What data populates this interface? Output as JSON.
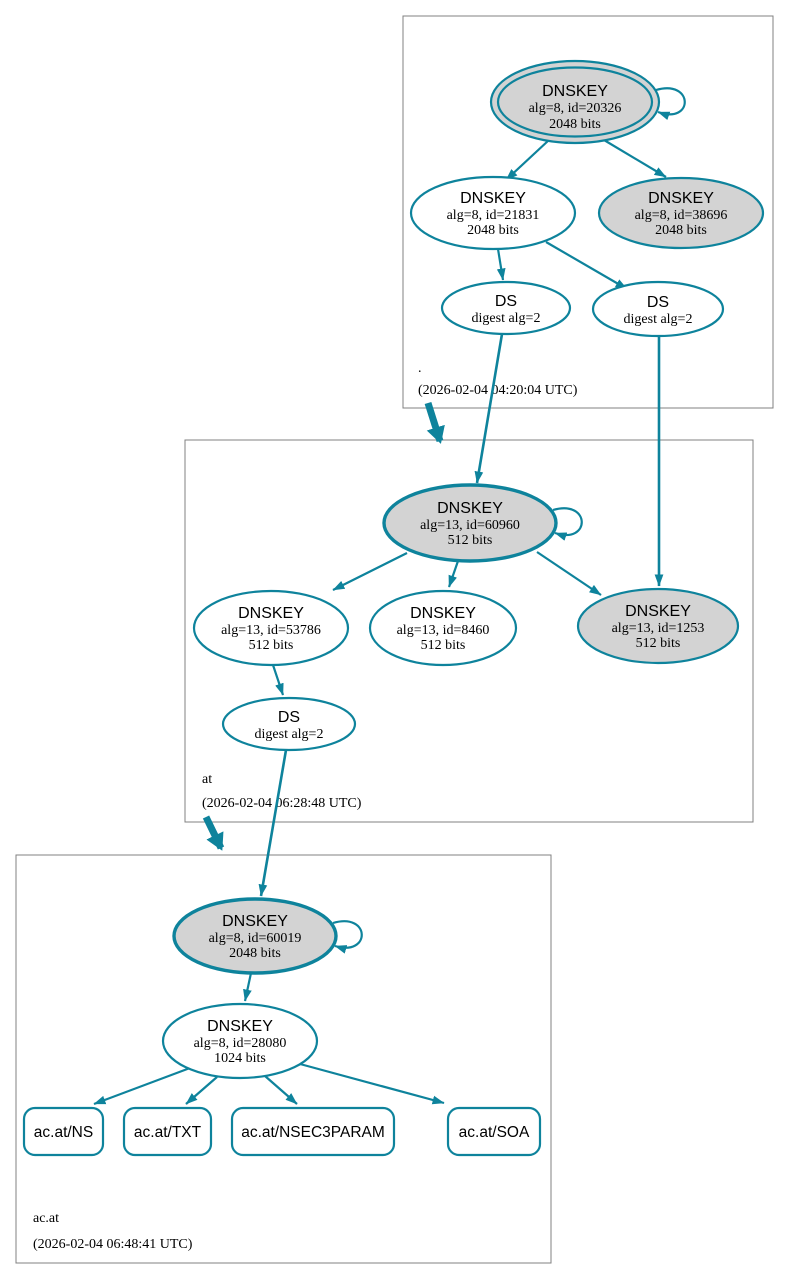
{
  "colors": {
    "accent": "#0e839c",
    "sep_fill": "#d3d3d3",
    "node_fill": "#ffffff",
    "box_border": "#808080",
    "text": "#000000"
  },
  "zones": [
    {
      "name": ".",
      "timestamp": "(2026-02-04 04:20:04 UTC)",
      "nodes": {
        "ksk": {
          "title": "DNSKEY",
          "detail": "alg=8, id=20326",
          "bits": "2048 bits"
        },
        "zsk": {
          "title": "DNSKEY",
          "detail": "alg=8, id=21831",
          "bits": "2048 bits"
        },
        "key3": {
          "title": "DNSKEY",
          "detail": "alg=8, id=38696",
          "bits": "2048 bits"
        },
        "ds1": {
          "title": "DS",
          "detail": "digest alg=2"
        },
        "ds2": {
          "title": "DS",
          "detail": "digest alg=2"
        }
      }
    },
    {
      "name": "at",
      "timestamp": "(2026-02-04 06:28:48 UTC)",
      "nodes": {
        "ksk": {
          "title": "DNSKEY",
          "detail": "alg=13, id=60960",
          "bits": "512 bits"
        },
        "zsk1": {
          "title": "DNSKEY",
          "detail": "alg=13, id=53786",
          "bits": "512 bits"
        },
        "zsk2": {
          "title": "DNSKEY",
          "detail": "alg=13, id=8460",
          "bits": "512 bits"
        },
        "key4": {
          "title": "DNSKEY",
          "detail": "alg=13, id=1253",
          "bits": "512 bits"
        },
        "ds": {
          "title": "DS",
          "detail": "digest alg=2"
        }
      }
    },
    {
      "name": "ac.at",
      "timestamp": "(2026-02-04 06:48:41 UTC)",
      "nodes": {
        "ksk": {
          "title": "DNSKEY",
          "detail": "alg=8, id=60019",
          "bits": "2048 bits"
        },
        "zsk": {
          "title": "DNSKEY",
          "detail": "alg=8, id=28080",
          "bits": "1024 bits"
        },
        "rrsets": [
          {
            "label": "ac.at/NS"
          },
          {
            "label": "ac.at/TXT"
          },
          {
            "label": "ac.at/NSEC3PARAM"
          },
          {
            "label": "ac.at/SOA"
          }
        ]
      }
    }
  ]
}
